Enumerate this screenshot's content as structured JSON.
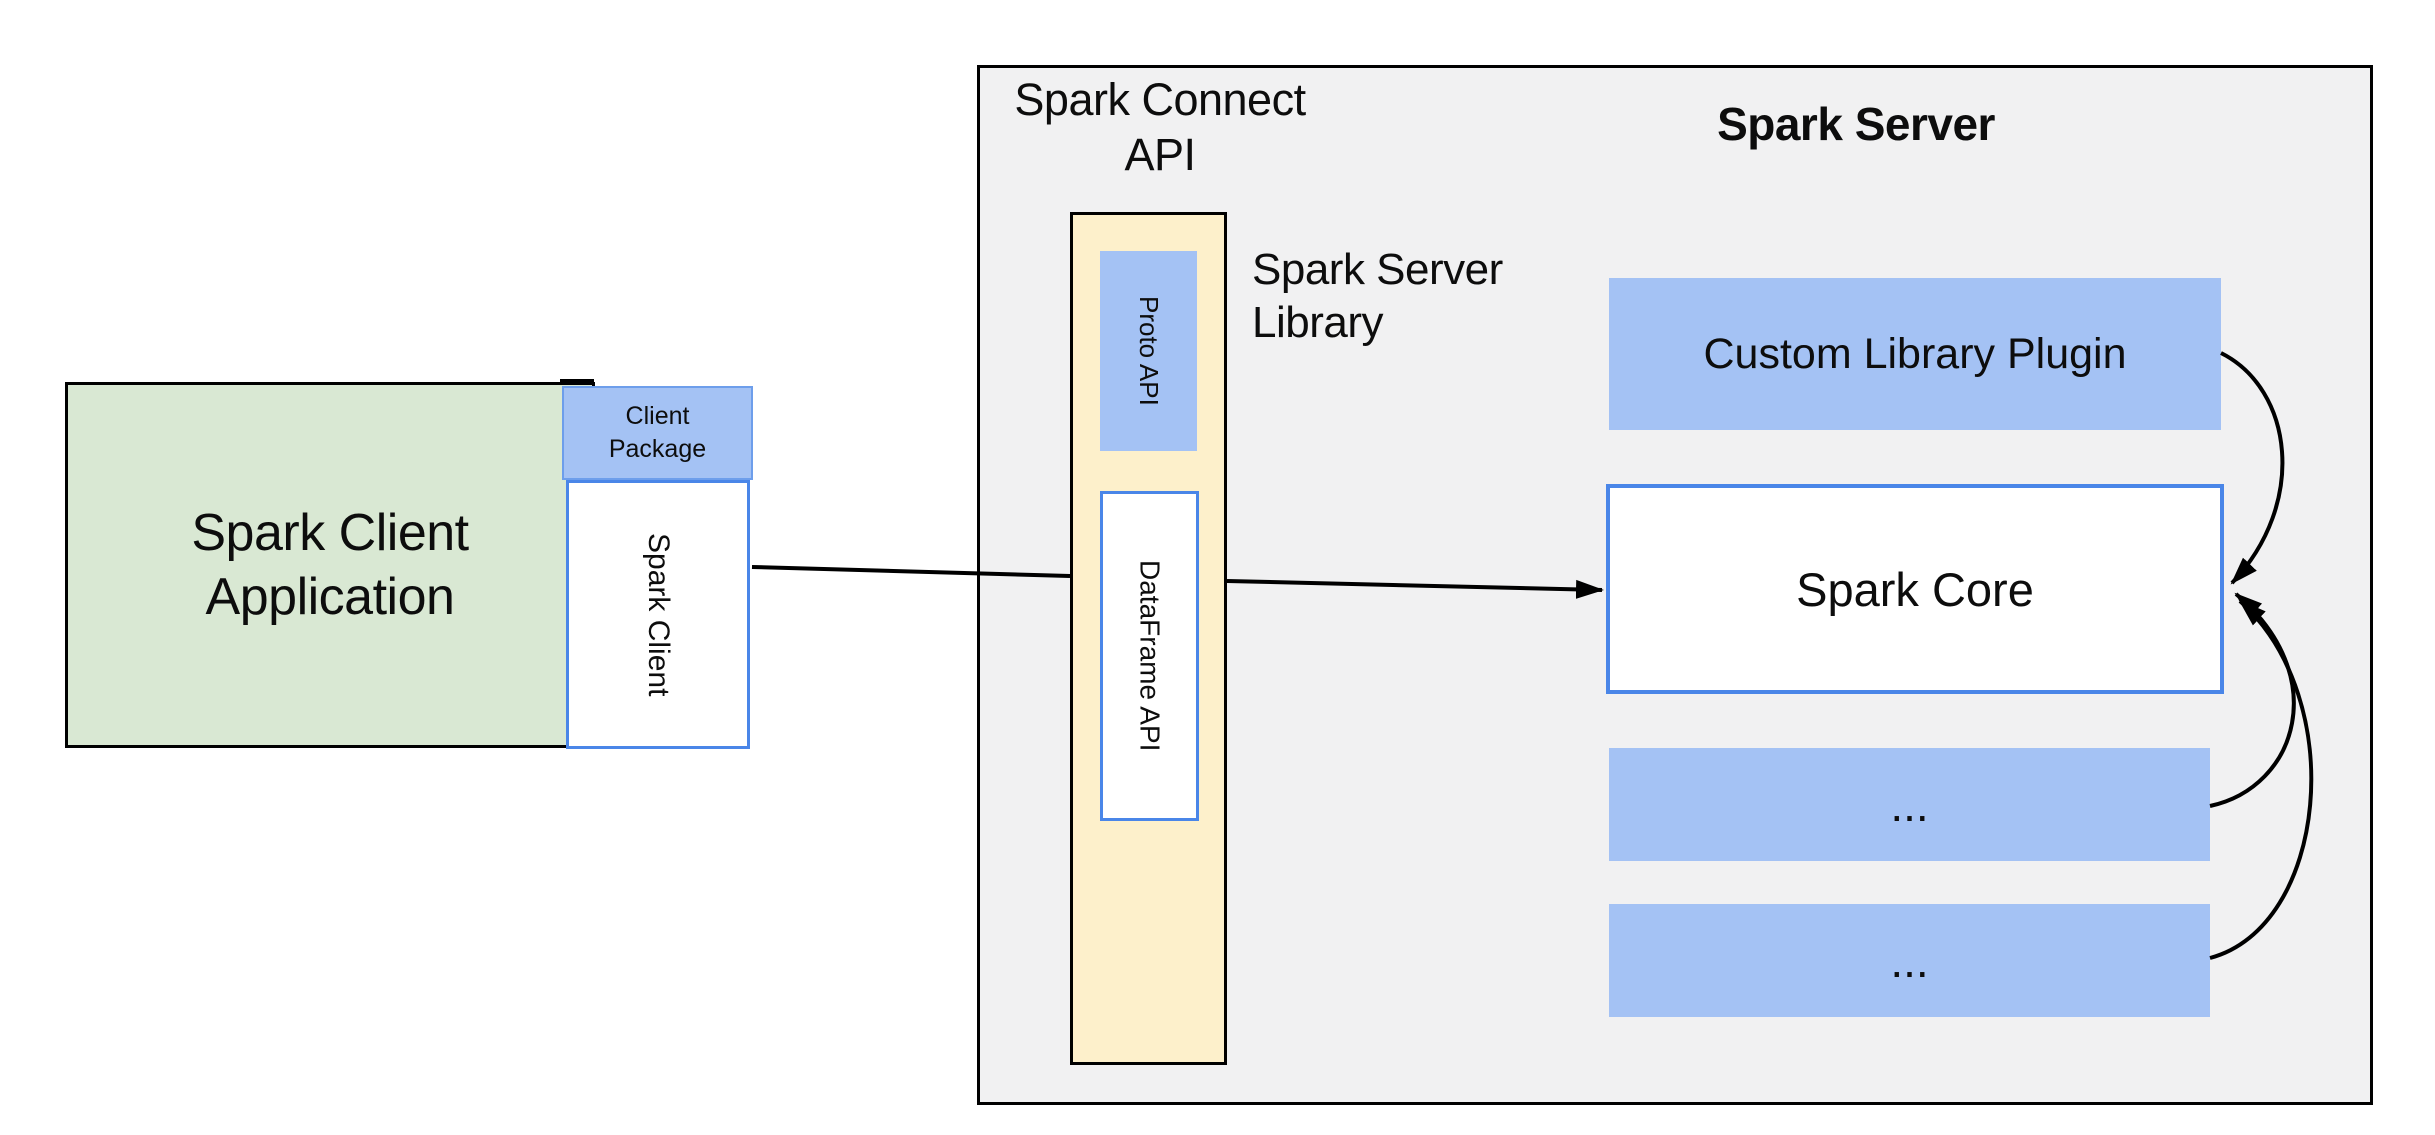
{
  "colors": {
    "green_fill": "#d9e8d3",
    "blue_fill": "#a4c2f4",
    "blue_border": "#4a86e8",
    "package_border": "#6d9eeb",
    "yellow_fill": "#fdf0cb",
    "gray_fill": "#f1f1f2",
    "line": "#000000",
    "text": "#0d0d0d"
  },
  "labels": {
    "client_app_line1": "Spark Client",
    "client_app_line2": "Application",
    "client_package_line1": "Client",
    "client_package_line2": "Package",
    "spark_client_vertical": "Spark Client",
    "connect_api_line1": "Spark Connect",
    "connect_api_line2": "API",
    "proto_api_vertical": "Proto API",
    "dataframe_api_vertical": "DataFrame API",
    "server_library_line1": "Spark Server",
    "server_library_line2": "Library",
    "server_title": "Spark Server",
    "custom_plugin": "Custom Library Plugin",
    "spark_core": "Spark Core",
    "more_plugins_1": "...",
    "more_plugins_2": "..."
  }
}
